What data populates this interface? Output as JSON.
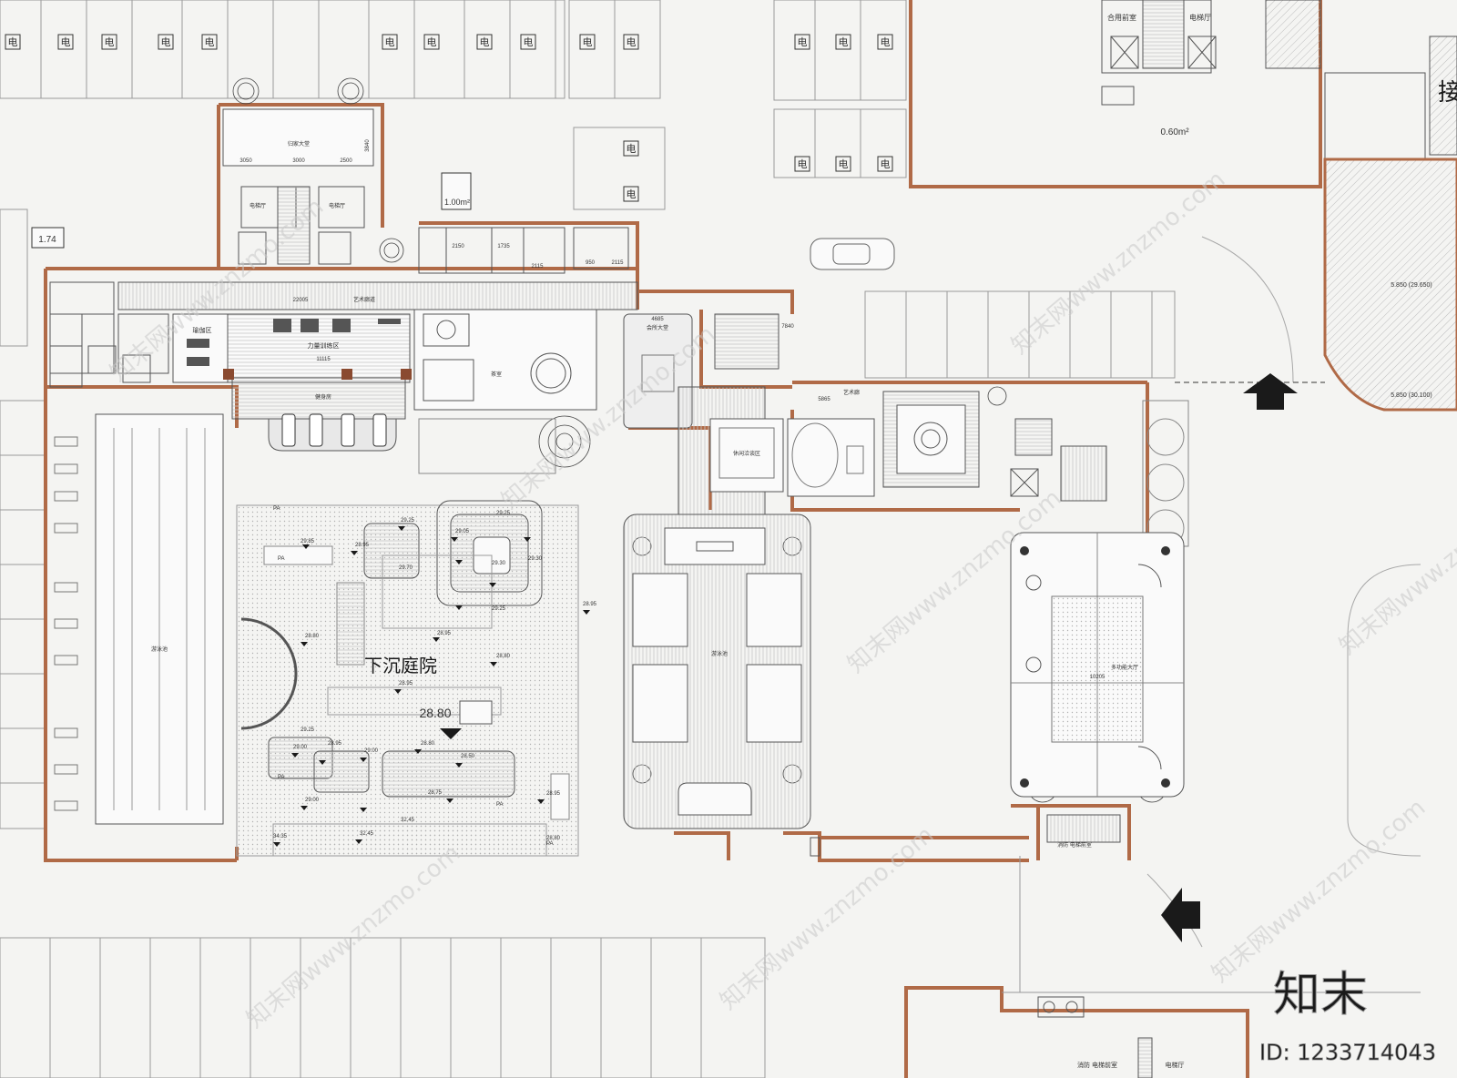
{
  "colors": {
    "paper": "#f4f4f2",
    "wall": "#b06a47",
    "line": "#8a8a8a",
    "dark": "#1a1a1a",
    "pave": "#dcdcdc",
    "watermark": "#c9c9c9"
  },
  "labels": {
    "sunken_courtyard": "下沉庭院",
    "corridor": "艺术廊道",
    "strength_area": "力量训练区",
    "yoga": "瑜伽区",
    "gym": "健身房",
    "reception_left": "归家大堂",
    "elevator_hall": "电梯厅",
    "club_hall": "会所大堂",
    "tea_room": "茶室",
    "art_gallery": "艺术廊",
    "grand_hall": "多功能大厅",
    "swim_pool": "游泳池",
    "lounge": "休闲洽谈区",
    "fire_stair": "消防 电梯前室",
    "ev_hall": "电梯厅",
    "top_label_1": "合用前室",
    "top_label_2": "电梯厅",
    "area_060": "0.60m²",
    "area_100": "1.00m²",
    "area_174": "1.74",
    "corner_glyph": "接",
    "brand": "知末",
    "id_text": "ID: 1233714043",
    "dim_22005": "22005",
    "dim_10205": "10205",
    "dim_11115": "11115",
    "dim_4685": "4685",
    "dim_5865": "5865",
    "dim_7840": "7840",
    "dim_3840": "3840",
    "dim_3050": "3050",
    "dim_3000": "3000",
    "dim_2500": "2500",
    "dim_2150": "2150",
    "dim_2115": "2115",
    "dim_950": "950",
    "dim_1735": "1735",
    "lvl_2925": "29.25",
    "lvl_2985": "29.85",
    "lvl_2895": "28.95",
    "lvl_2970": "29.70",
    "lvl_2930": "29.30",
    "lvl_2900": "29.00",
    "lvl_2880": "28.80",
    "lvl_2850": "28.50",
    "lvl_2905": "29.05",
    "lvl_3245": "32.45",
    "lvl_3435": "34.35",
    "lvl_2875": "28.75",
    "lvl_big": "28.80",
    "watermark_text": "知末网www.znzmo.com",
    "pa": "PA",
    "electric": "电",
    "elev_pa": "5.850 (29.650)",
    "elev_pb": "5.850 (30.100)"
  },
  "icons": {
    "arrow_right": "arrow-up-icon",
    "arrow_left": "arrow-left-icon",
    "car": "car-icon",
    "tree": "tree-icon",
    "charger": "ev-charger-icon"
  }
}
